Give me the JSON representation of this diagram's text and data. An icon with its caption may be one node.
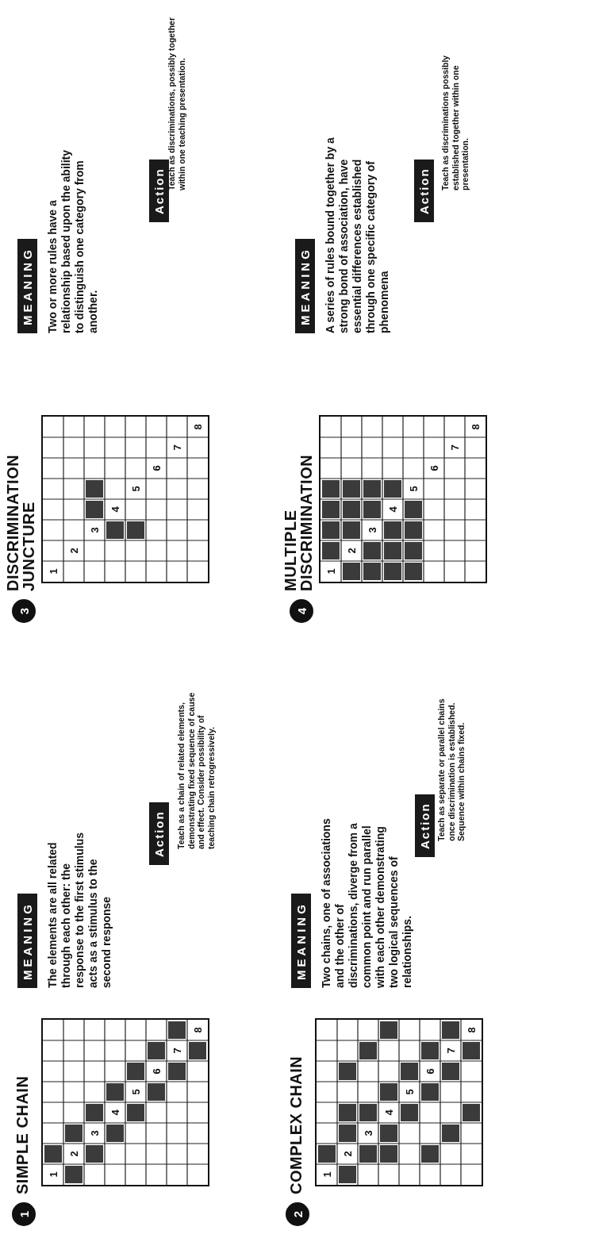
{
  "diagram": {
    "nodes": [
      {
        "text": [
          "1"
        ],
        "beside": [
          "SIMPLE CHAIN"
        ]
      },
      {
        "text": [
          "MEANING"
        ]
      },
      {
        "text": [
          "Action"
        ]
      },
      {
        "text": [
          "3"
        ],
        "beside": [
          "DISCRIMINATION JUNCTURE"
        ]
      },
      {
        "text": [
          "MEANING"
        ]
      },
      {
        "text": [
          "Action"
        ]
      },
      {
        "text": [
          "2"
        ],
        "beside": [
          "COMPLEX CHAIN"
        ]
      },
      {
        "text": [
          "MEANING"
        ]
      },
      {
        "text": [
          "Action"
        ]
      },
      {
        "text": [
          "4"
        ],
        "beside": [
          "MULTIPLE DISCRIMINATION"
        ]
      },
      {
        "text": [
          "MEANING"
        ]
      },
      {
        "text": [
          "Action"
        ]
      }
    ],
    "labels": [
      "1",
      "2",
      "3",
      "4",
      "5",
      "6",
      "7",
      "8",
      "The elements are all related through each other: the response to the first stimulus acts as a stimulus to the second response",
      "Teach as a chain of related elements, demonstrating fixed sequence of cause and effect. Consider possibility of teaching chain retrogressively.",
      "1",
      "2",
      "3",
      "4",
      "5",
      "6",
      "7",
      "8",
      "Two or more rules have a relationship based upon the ability to distinguish one category from another.",
      "Teach as discriminations, possibly together within one teaching presentation.",
      "1",
      "2",
      "3",
      "4",
      "5",
      "6",
      "7",
      "8",
      "Two chains, one of associations and the other of discriminations, diverge from a common point and run parallel with each other demonstrating two logical sequences of relationships.",
      "Teach as separate or parallel chains once discrimination is established. Sequence within chains fixed.",
      "1",
      "2",
      "3",
      "4",
      "5",
      "6",
      "7",
      "8",
      "A series of rules bound together by a strong bond of association, have essential differences established through one specific category of phenomena",
      "Teach as discriminations possibly established together within one presentation."
    ]
  }
}
